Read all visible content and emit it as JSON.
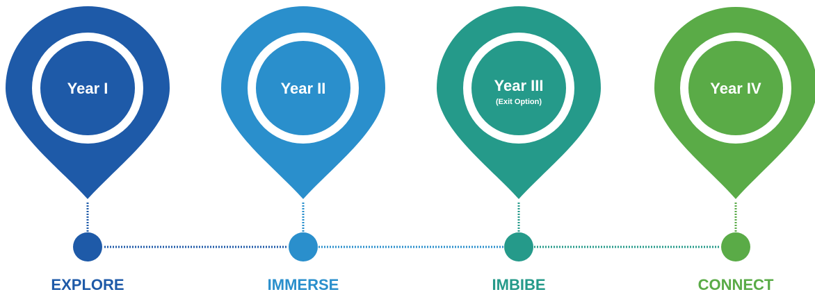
{
  "stages": [
    {
      "year": "Year I",
      "note": "",
      "name": "EXPLORE",
      "color": "#1e5aa8"
    },
    {
      "year": "Year II",
      "note": "",
      "name": "IMMERSE",
      "color": "#2a8fcc"
    },
    {
      "year": "Year III",
      "note": "(Exit Option)",
      "name": "IMBIBE",
      "color": "#259a8a"
    },
    {
      "year": "Year IV",
      "note": "",
      "name": "CONNECT",
      "color": "#5aab47"
    }
  ]
}
